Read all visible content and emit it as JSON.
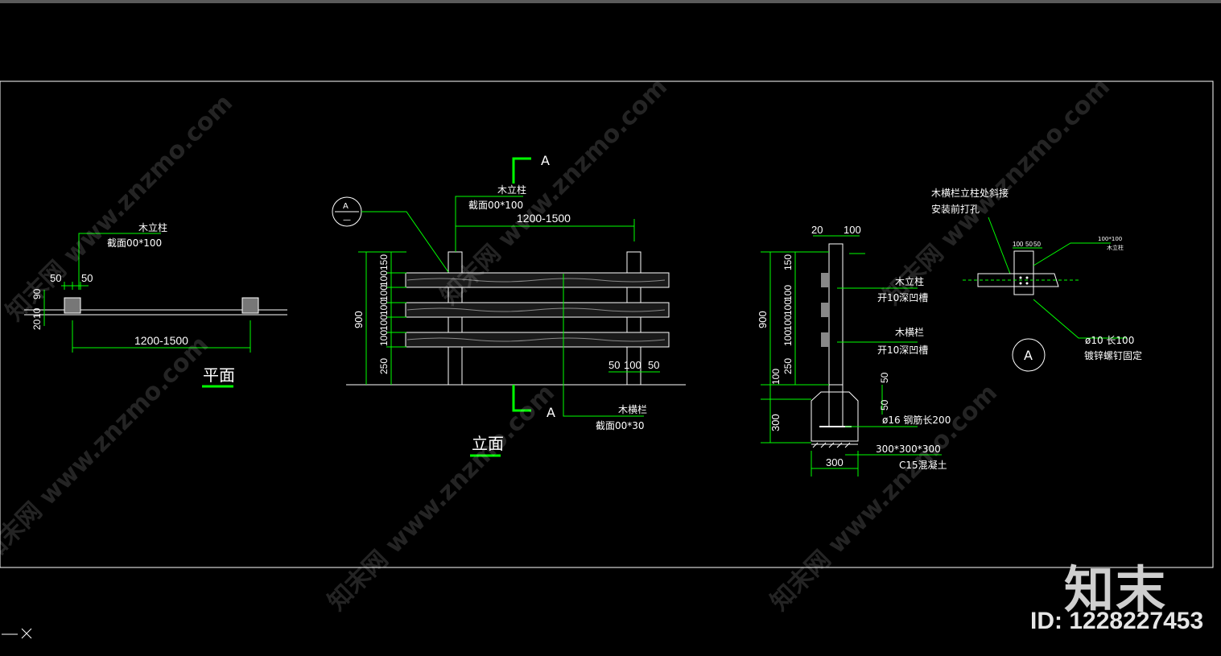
{
  "plan": {
    "post_label": "木立柱",
    "post_section": "截面00*100",
    "dim_50a": "50",
    "dim_50b": "50",
    "dim_90": "90",
    "dim_20": "20",
    "dim_10": "10",
    "span": "1200-1500",
    "title": "平面"
  },
  "elevation": {
    "section_mark": "A",
    "section_mark2": "A",
    "callout_top": "A",
    "callout_bottom": "—",
    "post_label": "木立柱",
    "post_section": "截面00*100",
    "span": "1200-1500",
    "dim_150": "150",
    "dim_100a": "100",
    "dim_100b": "100",
    "dim_100c": "100",
    "dim_100d": "100",
    "dim_100e": "100",
    "dim_250": "250",
    "dim_900": "900",
    "dim_50a": "50",
    "dim_100f": "100",
    "dim_50b": "50",
    "rail_label": "木横栏",
    "rail_section": "截面00*30",
    "title": "立面"
  },
  "section": {
    "dim_20": "20",
    "dim_100": "100",
    "dim_150": "150",
    "dim_100a": "100",
    "dim_100b": "100",
    "dim_100c": "100",
    "dim_100d": "100",
    "dim_250": "250",
    "dim_900": "900",
    "dim_100e": "100",
    "dim_50a": "50",
    "dim_50b": "50",
    "dim_300v": "300",
    "dim_300h": "300",
    "post_label": "木立柱",
    "post_note": "开10深凹槽",
    "rail_label": "木横栏",
    "rail_note": "开10深凹槽",
    "rebar": "ø16 钢筋长200",
    "footing": "300*300*300",
    "concrete": "C15混凝土"
  },
  "detail": {
    "note_line1": "木横栏立柱处斜接",
    "note_line2": "安装前打孔",
    "d100": "100",
    "d50a": "50",
    "d50b": "50",
    "post_tag": "100*100",
    "post_tag2": "木立柱",
    "bolt": "ø10 长100",
    "bolt_note": "镀锌螺钉固定",
    "callout": "A"
  },
  "watermark": {
    "text": "知末网 www.znzmo.com"
  },
  "brand": {
    "logo": "知末",
    "id": "ID: 1228227453"
  },
  "colors": {
    "background": "#000000",
    "geometry": "#ffffff",
    "dimension": "#00ff00"
  }
}
